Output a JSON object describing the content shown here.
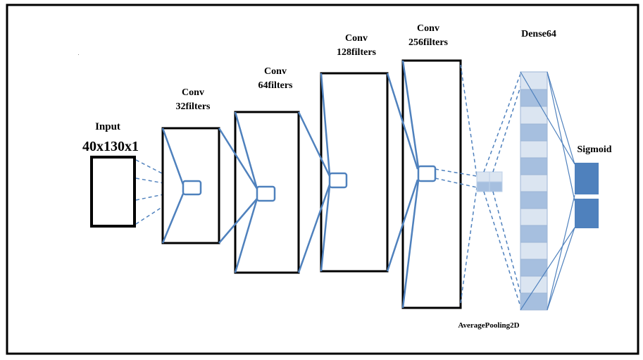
{
  "labels": {
    "input_title": "Input",
    "input_shape": "40x130x1",
    "conv1_a": "Conv",
    "conv1_b": "32filters",
    "conv2_a": "Conv",
    "conv2_b": "64filters",
    "conv3_a": "Conv",
    "conv3_b": "128filters",
    "conv4_a": "Conv",
    "conv4_b": "256filters",
    "pool": "AveragePooling2D",
    "dense": "Dense64",
    "sigmoid": "Sigmoid"
  },
  "colors": {
    "frame": "#000000",
    "connector": "#4f81bd",
    "connector_light": "#95b3d7",
    "dense_dark": "#a6bfdf",
    "dense_light": "#dbe5f1",
    "sigmoid": "#4f81bd"
  }
}
